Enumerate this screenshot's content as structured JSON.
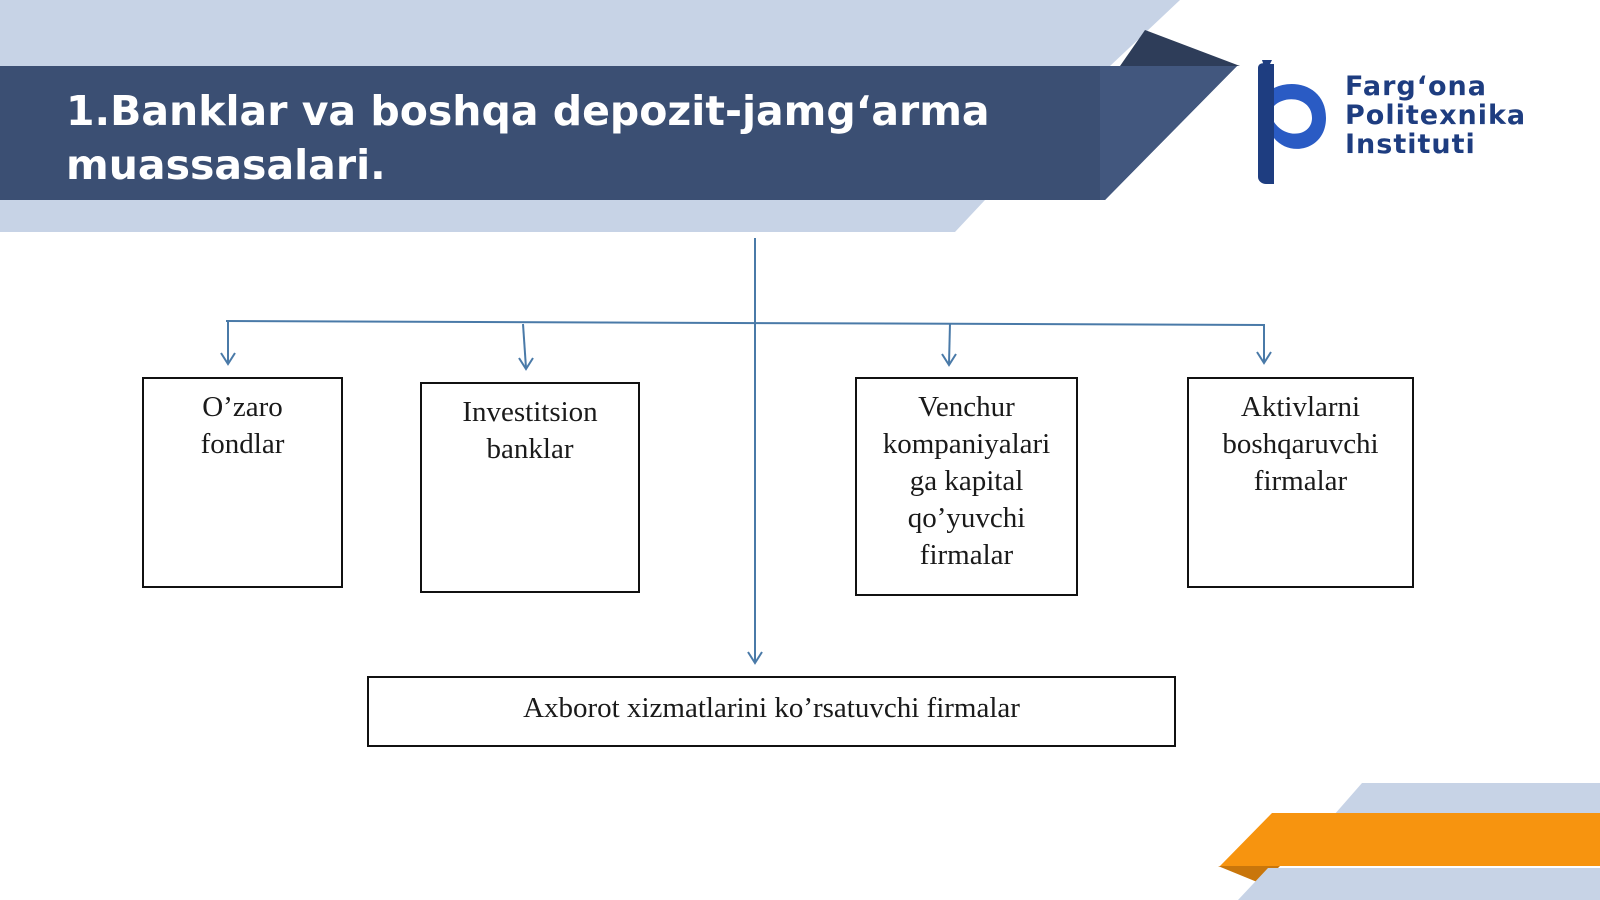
{
  "slide": {
    "title_line1": "1.Banklar va boshqa depozit-jamg‘arma",
    "title_line2": "muassasalari."
  },
  "logo": {
    "icon": "fp-monogram-icon",
    "line1": "Farg‘ona",
    "line2": "Politexnika",
    "line3": "Instituti"
  },
  "diagram": {
    "boxes": [
      {
        "id": "mutual-funds",
        "lines": [
          "O’zaro",
          "fondlar"
        ]
      },
      {
        "id": "investment-banks",
        "lines": [
          "Investitsion",
          "banklar"
        ]
      },
      {
        "id": "venture-firms",
        "lines": [
          "Venchur",
          "kompaniyalari",
          "ga kapital",
          "qo’yuvchi",
          "firmalar"
        ]
      },
      {
        "id": "asset-management",
        "lines": [
          "Aktivlarni",
          "boshqaruvchi",
          "firmalar"
        ]
      }
    ],
    "bottom_box": "Axborot xizmatlarini ko’rsatuvchi firmalar"
  },
  "colors": {
    "header_band": "#3b4f73",
    "header_light": "#c7d3e6",
    "accent_orange": "#f7940f",
    "connector": "#4a7aa8",
    "logo_blue": "#1e3d80"
  }
}
